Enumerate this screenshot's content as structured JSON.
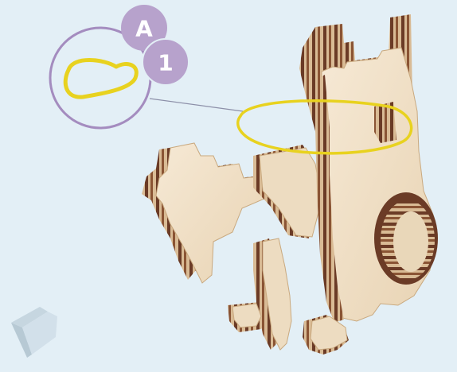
{
  "step": {
    "part_letter": "A",
    "quantity": "1"
  },
  "colors": {
    "background": "#e3eff6",
    "badge_fill": "#b7a2cc",
    "callout_ring": "#a48cbf",
    "rubber_band": "#e8d21f",
    "wood_face": "#f0dfc5",
    "wood_edge_dark": "#6b3b26",
    "wood_edge_light": "#d7b994"
  },
  "icons": [
    "rubber-band-icon",
    "wooden-model-illustration",
    "corner-bracket-icon"
  ]
}
